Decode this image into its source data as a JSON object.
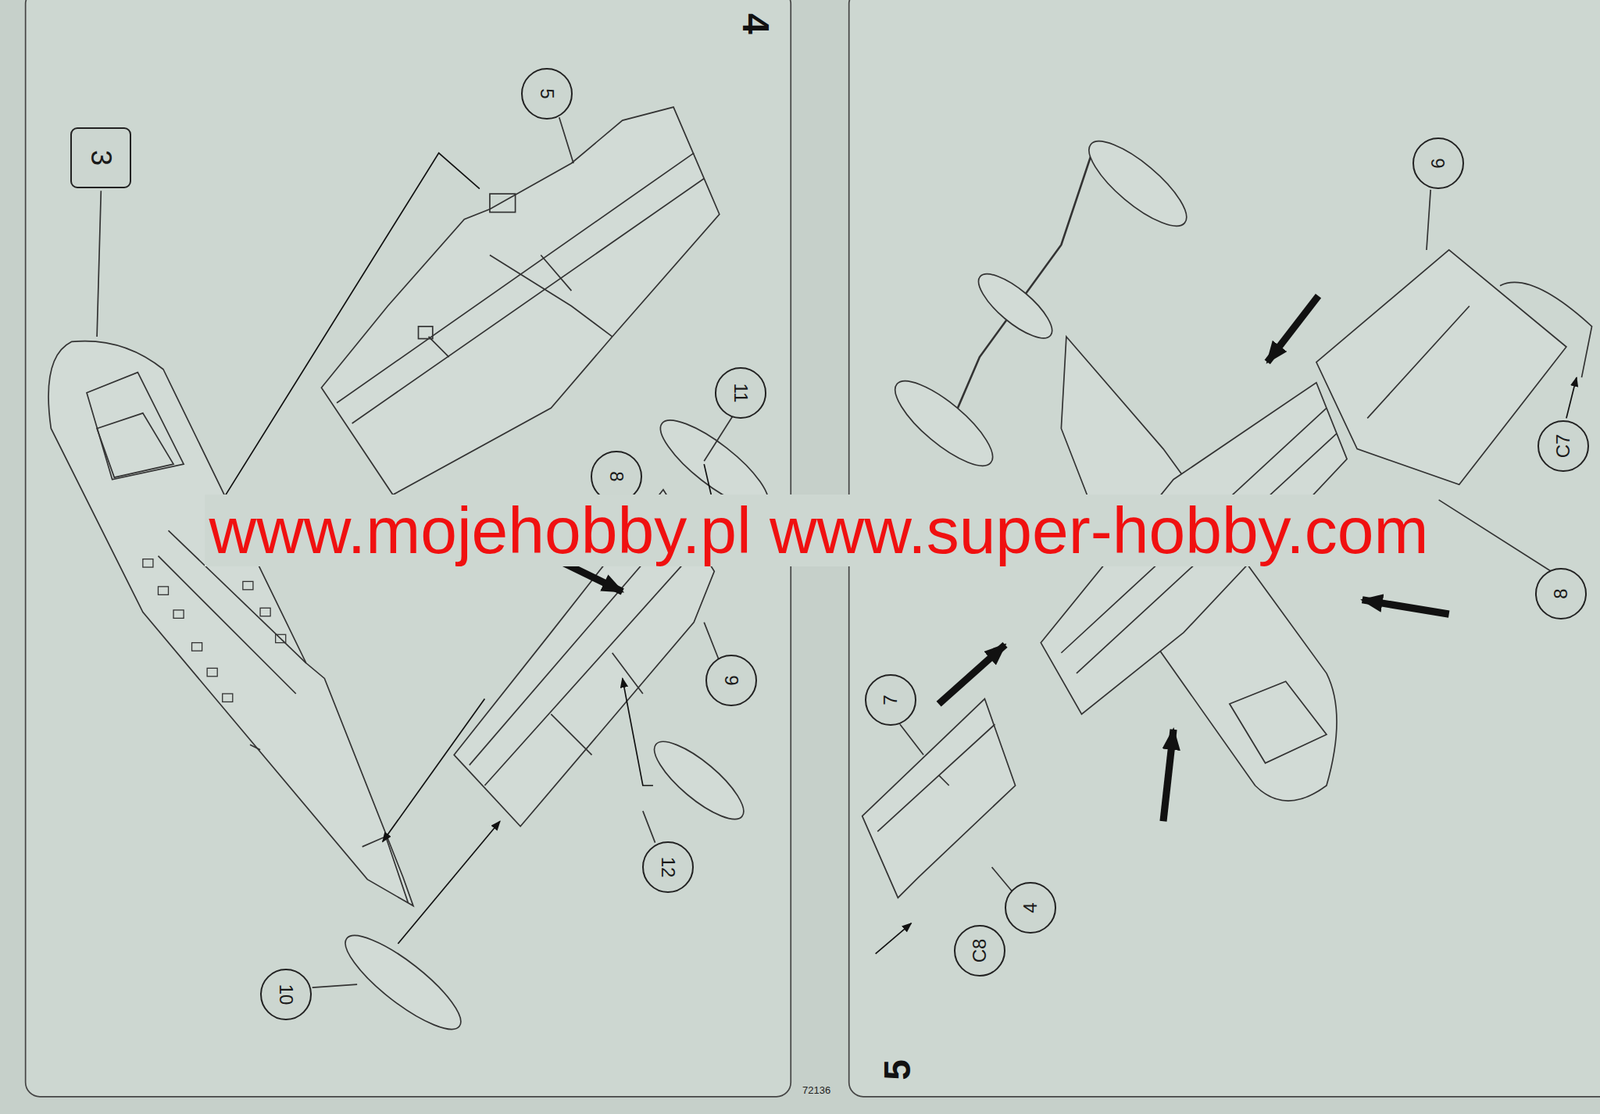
{
  "diagram": {
    "nodes": [
      {
        "text": [
          "3"
        ]
      },
      {
        "text": [
          "5"
        ]
      },
      {
        "text": [
          "11"
        ]
      },
      {
        "text": [
          "8"
        ]
      },
      {
        "text": [
          "9"
        ]
      },
      {
        "text": [
          "12"
        ]
      },
      {
        "text": [
          "10"
        ]
      },
      {
        "text": [
          "6"
        ]
      },
      {
        "text": [
          "C7"
        ]
      },
      {
        "text": [
          "8"
        ]
      },
      {
        "text": [
          "7"
        ]
      },
      {
        "text": [
          "4"
        ]
      },
      {
        "text": [
          "C8"
        ]
      }
    ],
    "labels": [
      "4",
      "5",
      "www.mojehobby.pl www.super-hobby.com",
      "72136"
    ]
  }
}
